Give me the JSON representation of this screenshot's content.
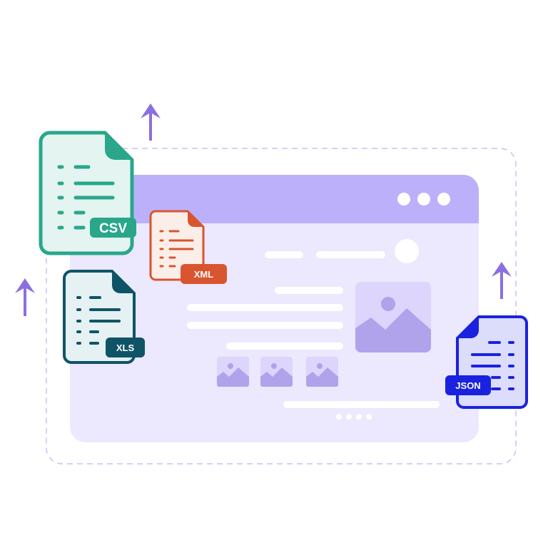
{
  "illustration": {
    "files": [
      {
        "label": "CSV",
        "color": "#2aa78b"
      },
      {
        "label": "XML",
        "color": "#d9552f"
      },
      {
        "label": "XLS",
        "color": "#0f5466"
      },
      {
        "label": "JSON",
        "color": "#1a22e0"
      }
    ],
    "colors": {
      "accent": "#8b6fe0",
      "window_header": "#bcb0fb",
      "window_body": "#ece8fd",
      "image": "#b1a2ec"
    }
  }
}
